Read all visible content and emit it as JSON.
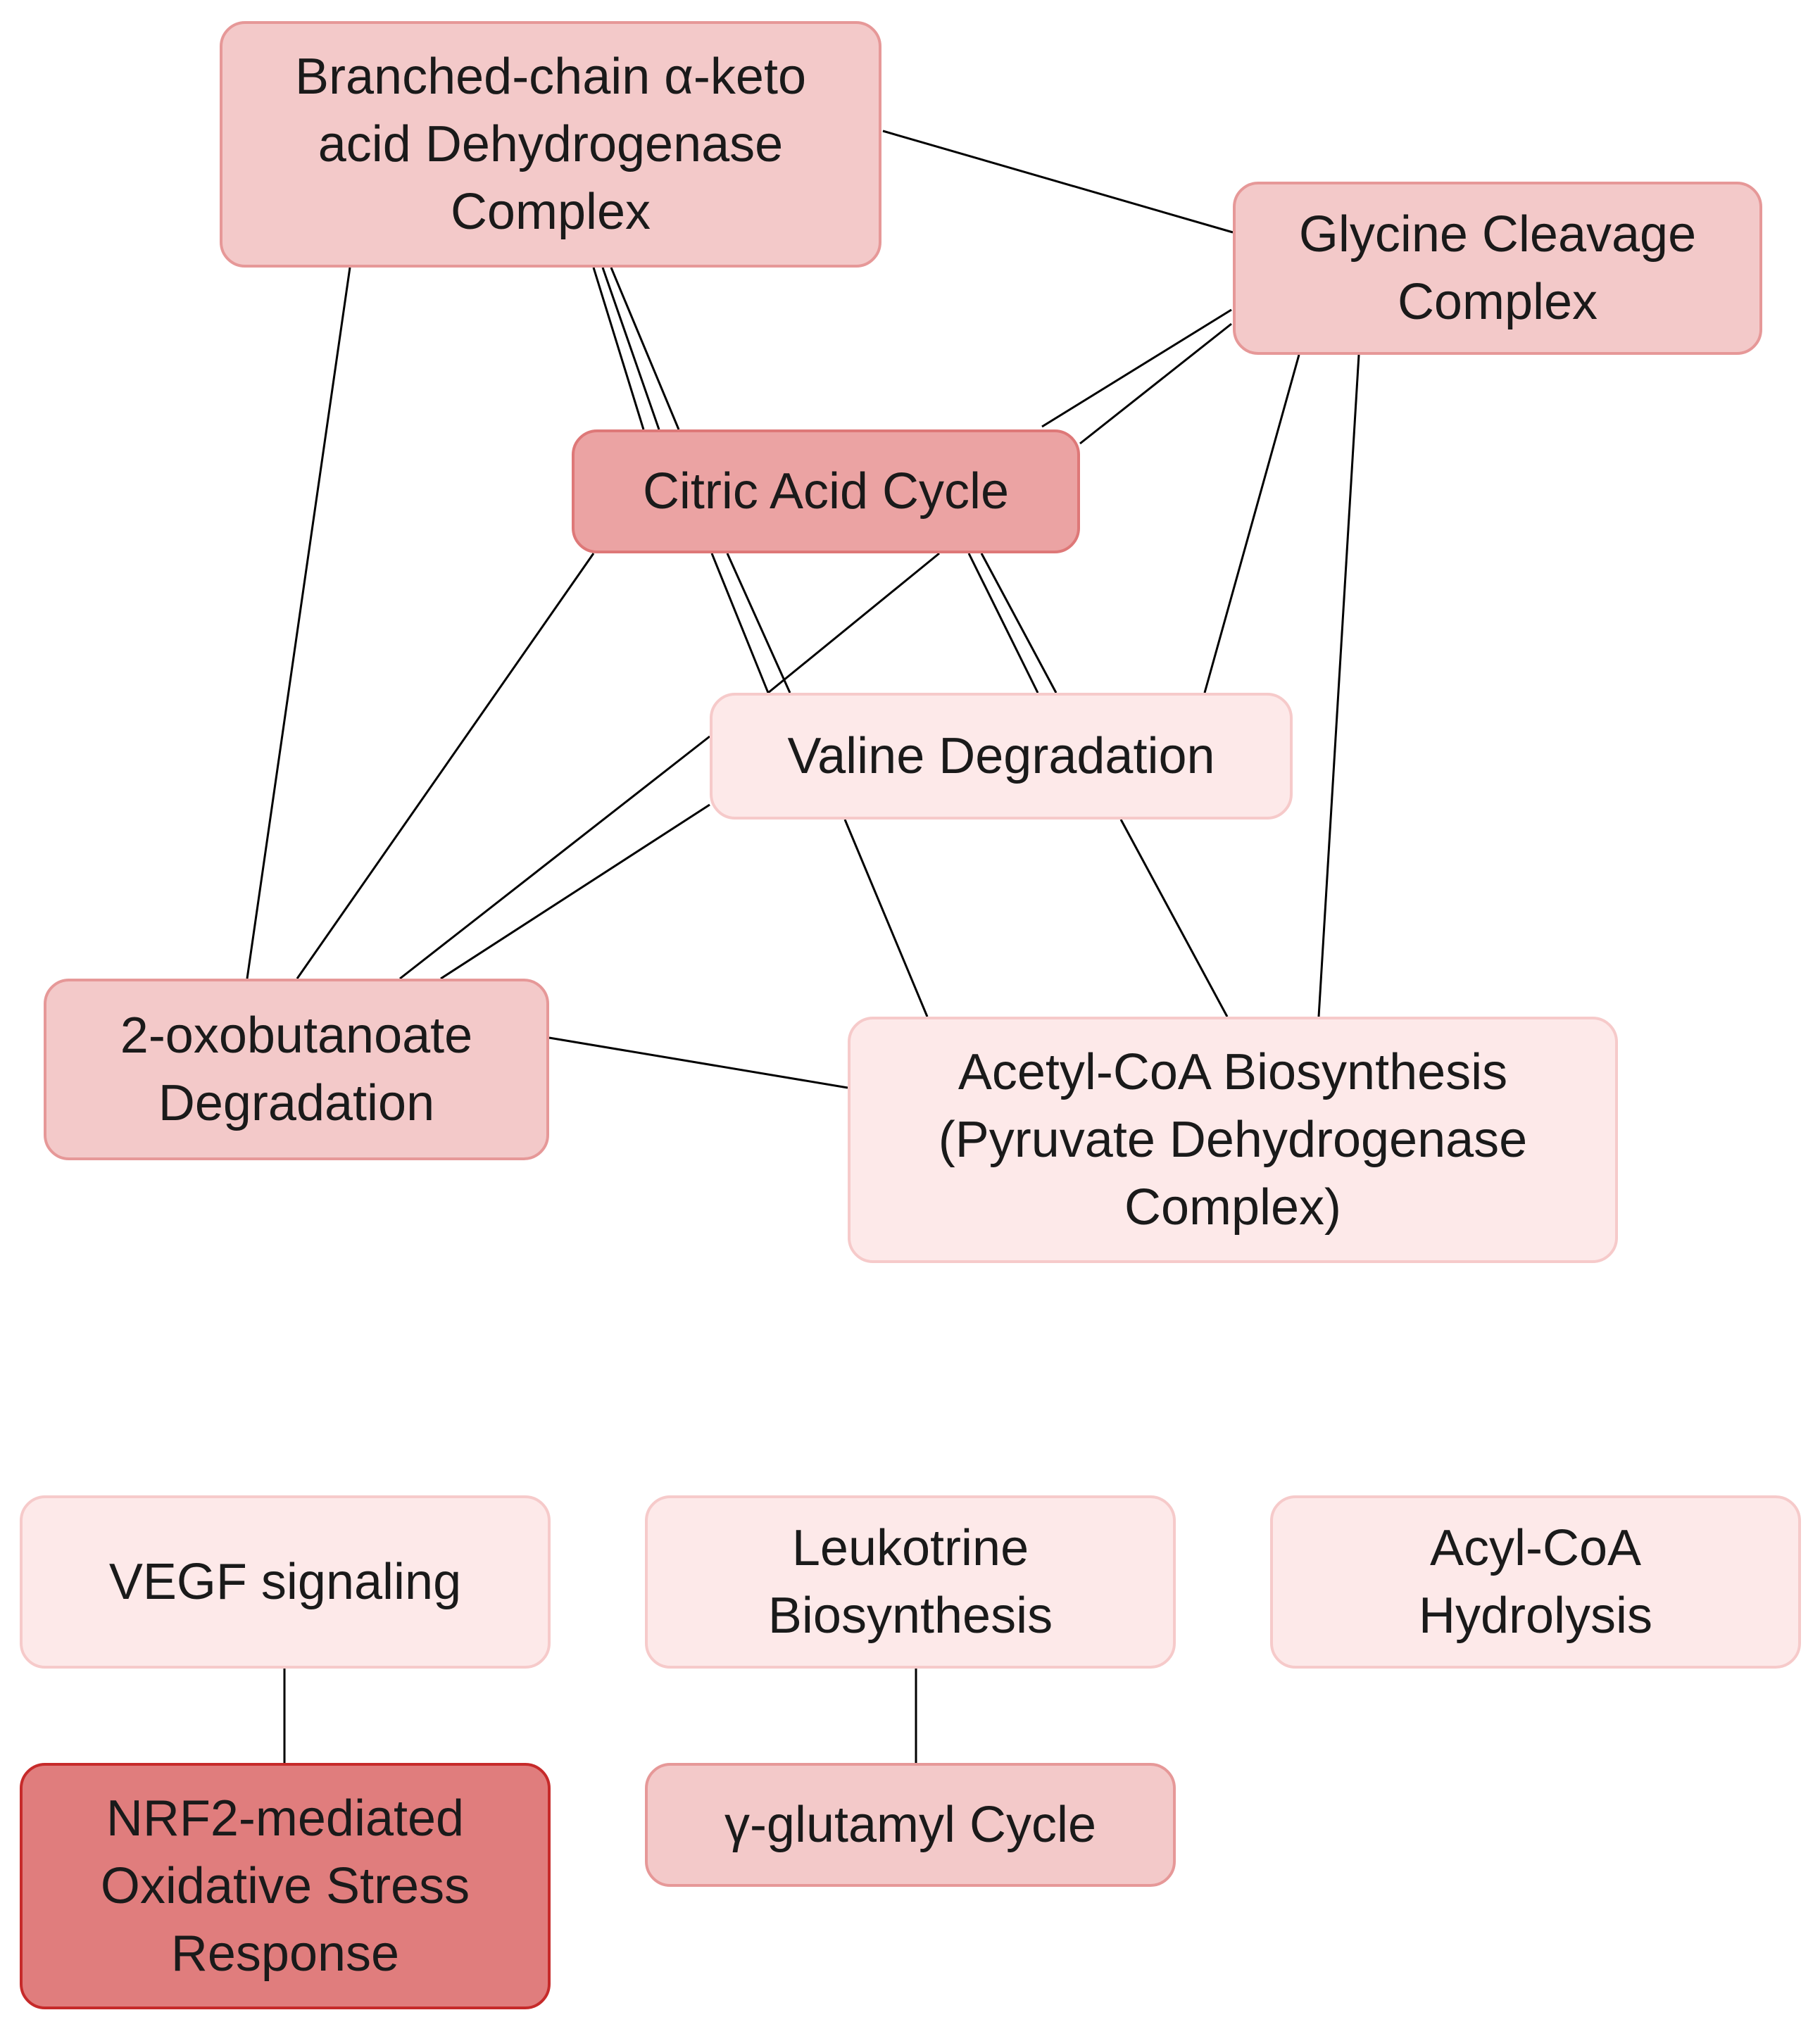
{
  "nodes": [
    {
      "id": "bckdh",
      "label": "Branched-chain α-keto\nacid Dehydrogenase\nComplex",
      "level": 2
    },
    {
      "id": "gcs",
      "label": "Glycine Cleavage\nComplex",
      "level": 2
    },
    {
      "id": "tca",
      "label": "Citric Acid Cycle",
      "level": 3
    },
    {
      "id": "valine",
      "label": "Valine Degradation",
      "level": 1
    },
    {
      "id": "oxobut",
      "label": "2-oxobutanoate\nDegradation",
      "level": 2
    },
    {
      "id": "acetyl",
      "label": "Acetyl-CoA Biosynthesis\n(Pyruvate Dehydrogenase\nComplex)",
      "level": 1
    },
    {
      "id": "vegf",
      "label": "VEGF signaling",
      "level": 1
    },
    {
      "id": "leuko",
      "label": "Leukotrine\nBiosynthesis",
      "level": 1
    },
    {
      "id": "acyl",
      "label": "Acyl-CoA\nHydrolysis",
      "level": 1
    },
    {
      "id": "nrf2",
      "label": "NRF2-mediated\nOxidative Stress\nResponse",
      "level": 4
    },
    {
      "id": "gamma",
      "label": "γ-glutamyl Cycle",
      "level": 2
    }
  ],
  "edges": [
    {
      "source": "bckdh",
      "target": "gcs"
    },
    {
      "source": "bckdh",
      "target": "oxobut"
    },
    {
      "source": "bckdh",
      "target": "tca"
    },
    {
      "source": "bckdh",
      "target": "valine"
    },
    {
      "source": "gcs",
      "target": "tca"
    },
    {
      "source": "gcs",
      "target": "valine"
    },
    {
      "source": "gcs",
      "target": "acetyl"
    },
    {
      "source": "gcs",
      "target": "oxobut"
    },
    {
      "source": "tca",
      "target": "oxobut"
    },
    {
      "source": "tca",
      "target": "valine"
    },
    {
      "source": "tca",
      "target": "acetyl"
    },
    {
      "source": "valine",
      "target": "oxobut"
    },
    {
      "source": "valine",
      "target": "acetyl"
    },
    {
      "source": "oxobut",
      "target": "acetyl"
    },
    {
      "source": "vegf",
      "target": "nrf2"
    },
    {
      "source": "leuko",
      "target": "gamma"
    }
  ],
  "colors": {
    "level_1": "#fde9e9",
    "level_2": "#f3c9c9",
    "level_3": "#eba3a3",
    "level_4": "#e07d7d",
    "edge": "#000000"
  }
}
